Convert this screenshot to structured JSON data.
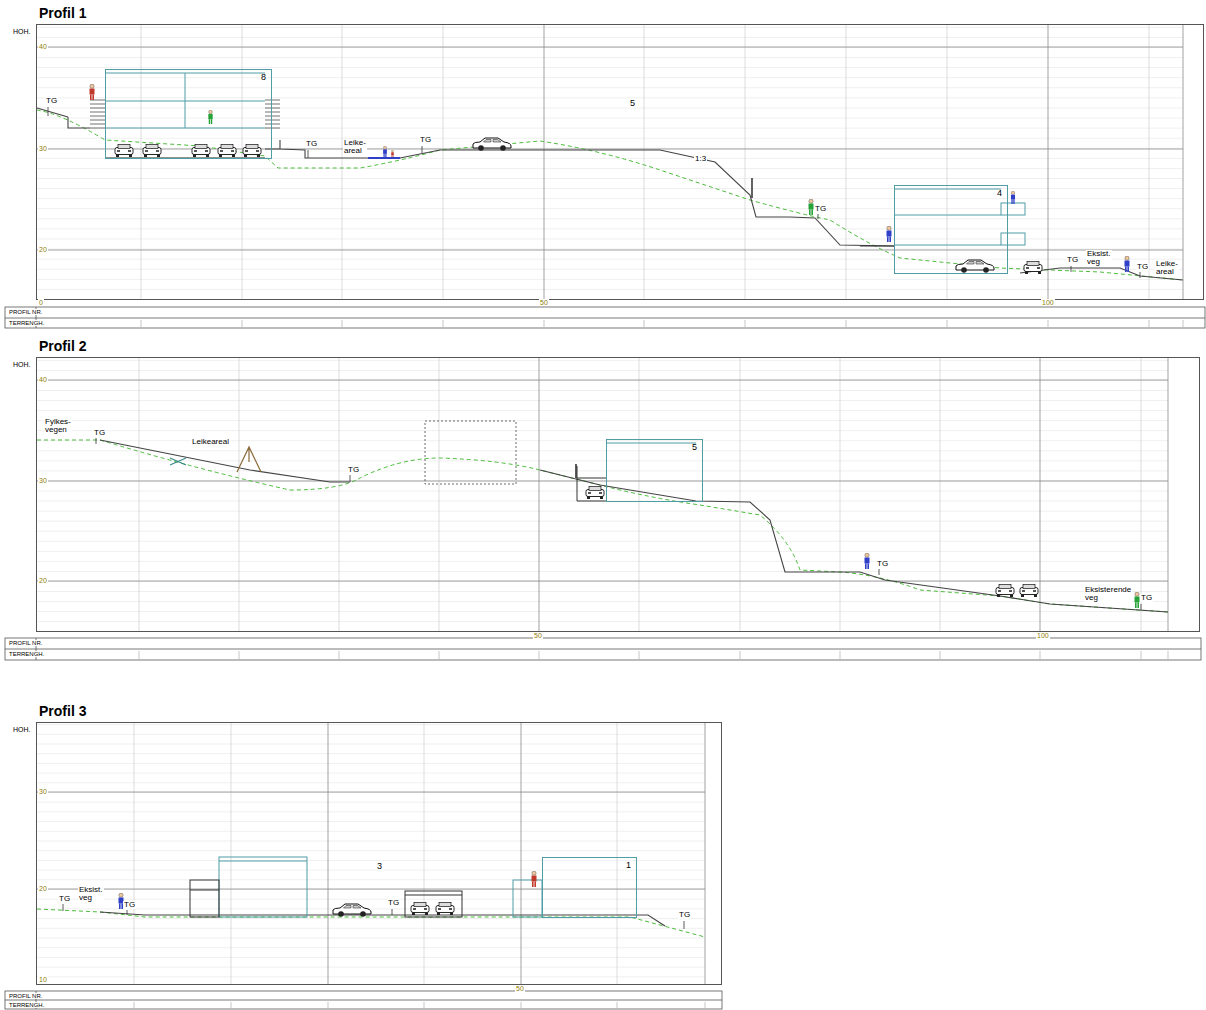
{
  "diagram": {
    "nodes": [
      {
        "text": [
          "Profil 1"
        ]
      },
      {
        "text": [
          "8"
        ],
        "in": 0
      },
      {
        "text": [
          "4"
        ],
        "in": 0
      },
      {
        "text": [
          "Profil 2"
        ]
      },
      {
        "text": [
          "5"
        ],
        "in": 3
      },
      {
        "text": [
          "Profil 3"
        ]
      },
      {
        "text": [
          "1"
        ],
        "in": 5
      }
    ],
    "labels": [
      "HOH.",
      "40",
      "TG",
      "30",
      "TG",
      "Leike- areal",
      "TG",
      "5",
      "1:3",
      "TG",
      "20",
      "TG",
      "Eksist. veg",
      "TG",
      "Leike- areal",
      "0",
      "50",
      "100",
      "PROFIL NR.",
      "TERRENGH.",
      "HOH.",
      "40",
      "Fylkes- vegen",
      "TG",
      "Leikeareal",
      "30",
      "TG",
      "TG",
      "20",
      "Eksisterende veg",
      "TG",
      "50",
      "100",
      "PROFIL NR.",
      "TERRENGH.",
      "HOH.",
      "30",
      "TG",
      "Eksist. veg",
      "TG",
      "3",
      "20",
      "TG",
      "TG",
      "10",
      "50",
      "PROFIL NR.",
      "TERRENGH."
    ]
  }
}
